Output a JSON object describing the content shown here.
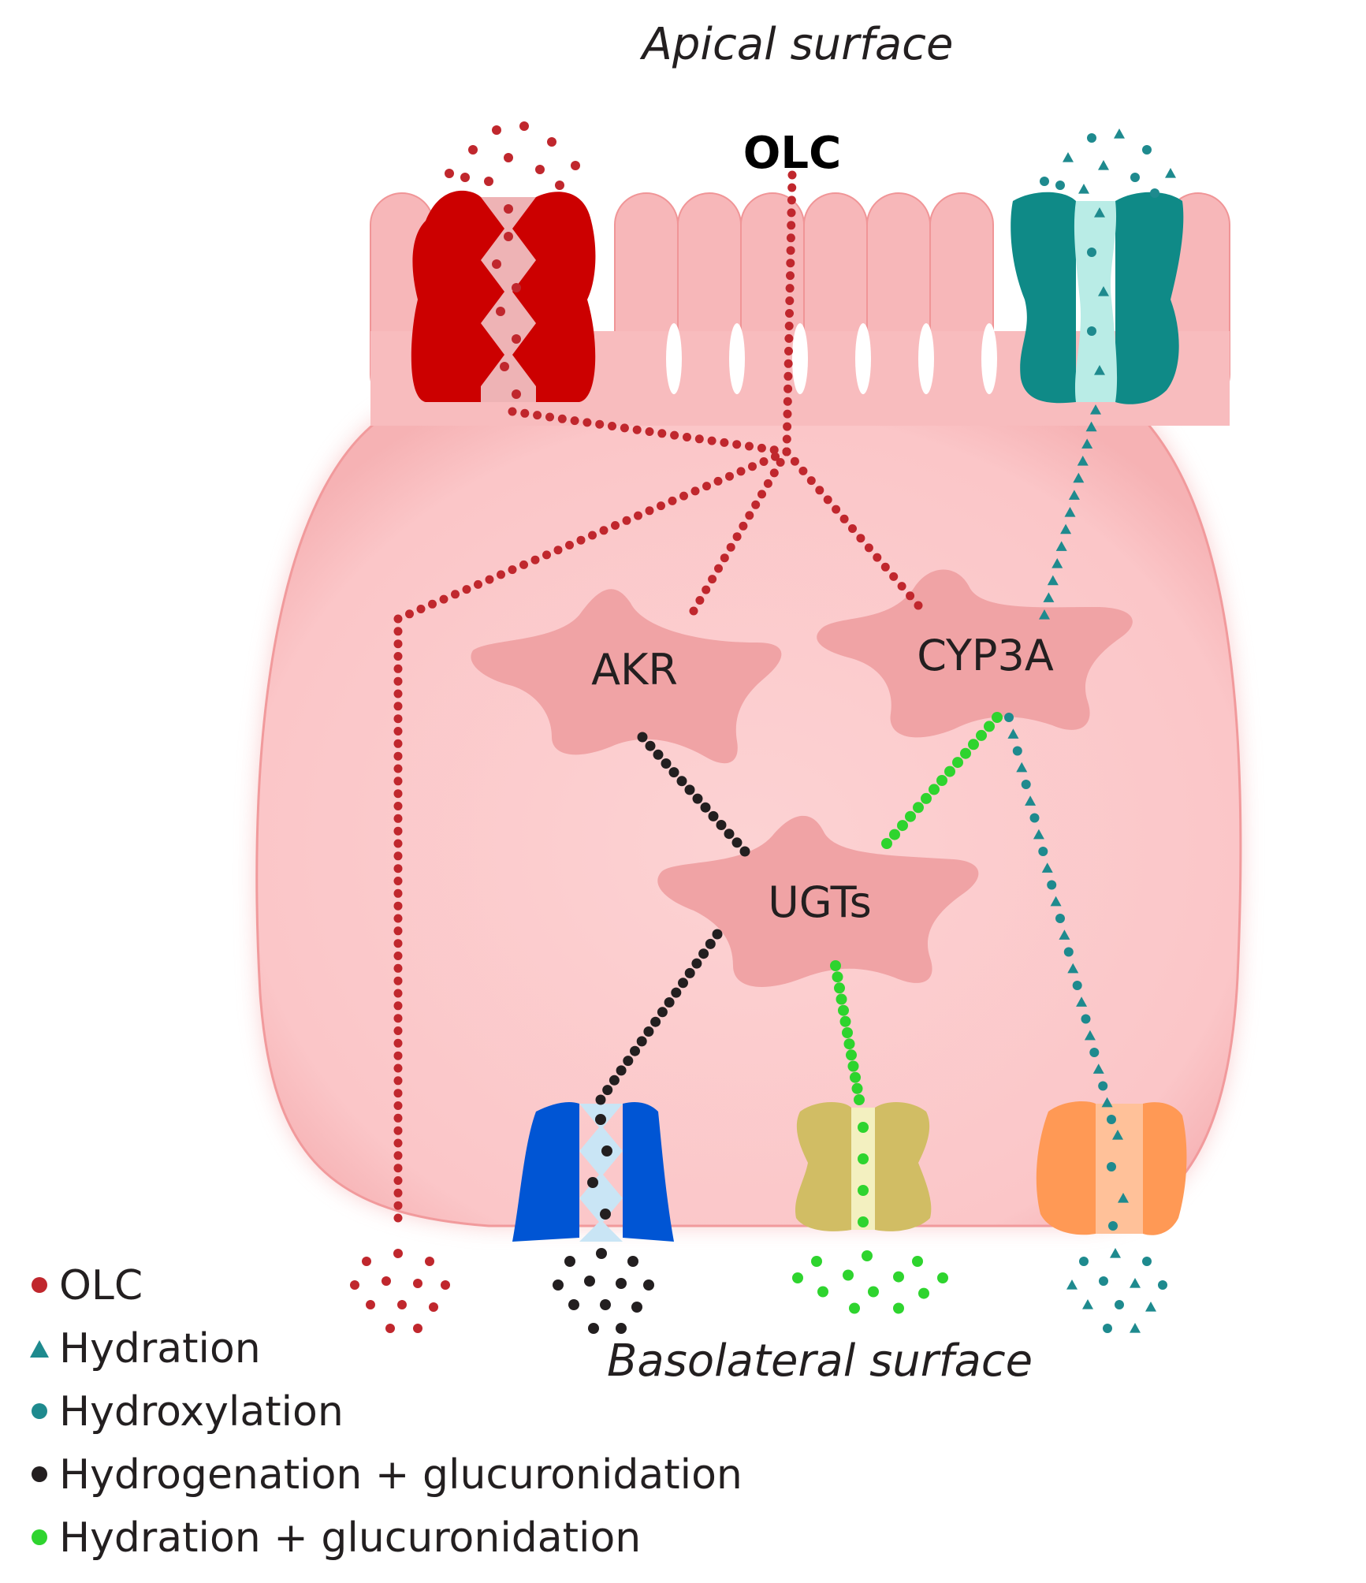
{
  "labels": {
    "apical": "Apical surface",
    "basolateral": "Basolateral surface",
    "olc": "OLC"
  },
  "enzymes": {
    "akr": "AKR",
    "cyp3a": "CYP3A",
    "ugts": "UGTs"
  },
  "legend": [
    {
      "label": "OLC",
      "marker": "dot",
      "color": "#c0272d"
    },
    {
      "label": "Hydration",
      "marker": "triangle",
      "color": "#1e8a8e"
    },
    {
      "label": "Hydroxylation",
      "marker": "dot",
      "color": "#1e8a8e"
    },
    {
      "label": "Hydrogenation + glucuronidation",
      "marker": "dot",
      "color": "#231f20"
    },
    {
      "label": "Hydration + glucuronidation",
      "marker": "dot",
      "color": "#2ed42e"
    }
  ],
  "colors": {
    "cell": "#fbc8c9",
    "cell_edge": "#f19a9c",
    "enzyme": "#f0a3a5",
    "olc_path": "#c0272d",
    "hydration_path": "#1e8a8e",
    "hydrogenation_path": "#231f20",
    "glucuronidation_path": "#2ed42e",
    "apical_transporter_red": "#cc0000",
    "apical_transporter_teal": "#0f8a87",
    "basolateral_blue": "#0055d4",
    "basolateral_olive": "#d1bd64",
    "basolateral_orange": "#ff9955"
  }
}
